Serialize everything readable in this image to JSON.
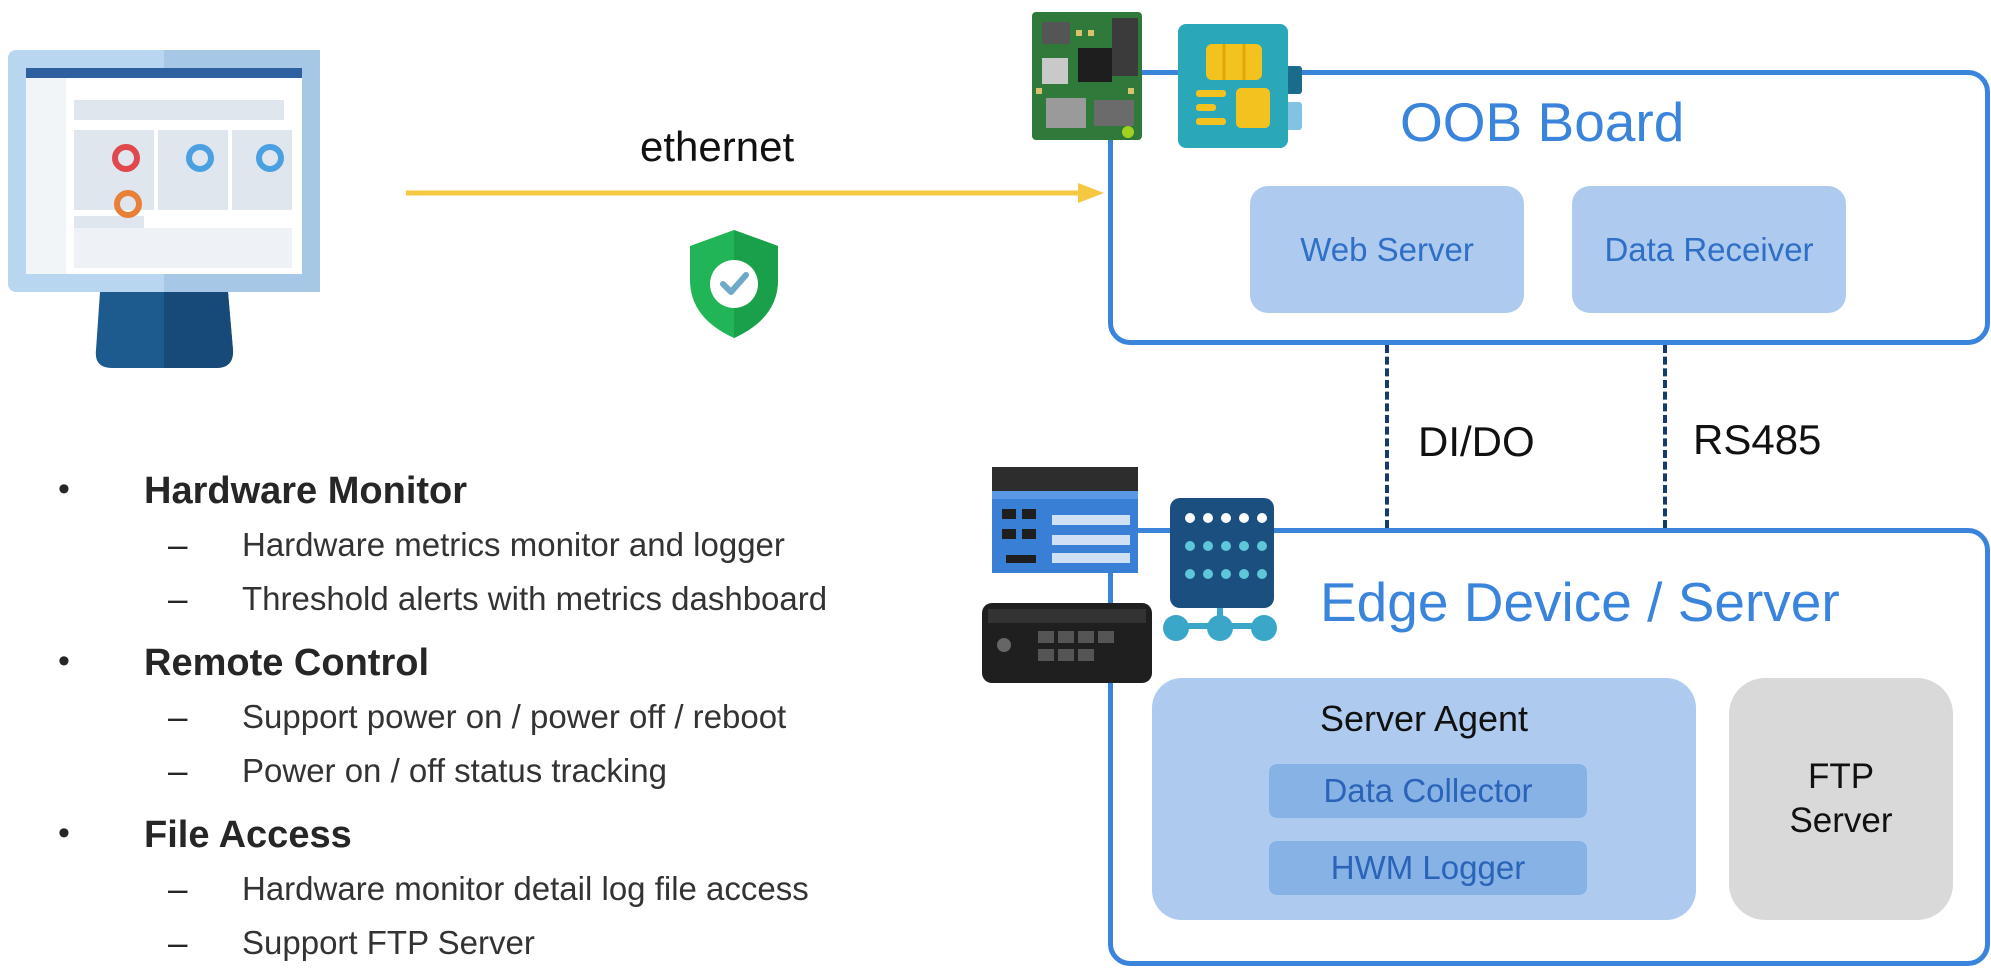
{
  "connection": {
    "label": "ethernet"
  },
  "oob_board": {
    "title": "OOB Board",
    "modules": [
      "Web Server",
      "Data Receiver"
    ]
  },
  "links": [
    "DI/DO",
    "RS485"
  ],
  "edge_device": {
    "title": "Edge Device / Server",
    "server_agent": {
      "label": "Server Agent",
      "components": [
        "Data Collector",
        "HWM Logger"
      ]
    },
    "ftp": {
      "line1": "FTP",
      "line2": "Server"
    }
  },
  "features": [
    {
      "heading": "Hardware Monitor",
      "items": [
        "Hardware metrics monitor and logger",
        "Threshold alerts with metrics dashboard"
      ]
    },
    {
      "heading": "Remote Control",
      "items": [
        "Support power on / power off / reboot",
        "Power on / off status tracking"
      ]
    },
    {
      "heading": "File Access",
      "items": [
        "Hardware monitor detail log file access",
        "Support FTP Server"
      ]
    }
  ],
  "bullet_symbol": "•",
  "dash_symbol": "–",
  "colors": {
    "frame_blue": "#3a84dc",
    "module_fill": "#aecbef",
    "arrow_yellow": "#f5c842",
    "shield_green": "#22b557"
  },
  "icons": [
    "monitor-icon",
    "shield-check-icon",
    "circuit-board-icon",
    "chip-card-icon",
    "server-hardware-icon",
    "network-grid-icon"
  ]
}
